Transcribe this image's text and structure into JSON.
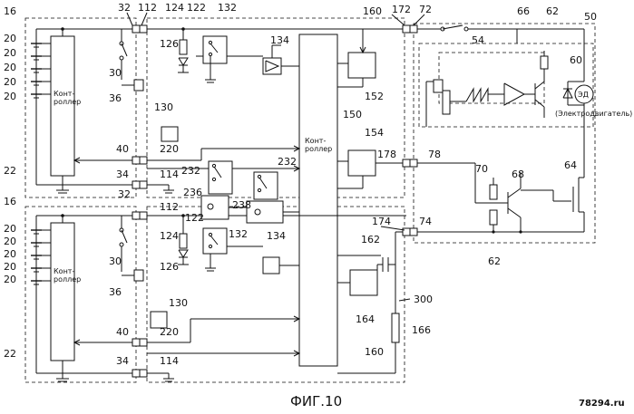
{
  "diagram": {
    "caption": "ФИГ.10",
    "watermark": "78294.ru",
    "blocks": {
      "controller_top": "Конт-\nроллер",
      "controller_bottom": "Конт-\nроллер",
      "controller_main": "Конт-\nроллер",
      "motor": "ЭД",
      "motor_caption": "(Электродвигатель)"
    },
    "refs": {
      "r16a": "16",
      "r16b": "16",
      "r20": "20",
      "r22a": "22",
      "r22b": "22",
      "r30a": "30",
      "r30b": "30",
      "r32a": "32",
      "r32b": "32",
      "r34a": "34",
      "r34b": "34",
      "r36a": "36",
      "r36b": "36",
      "r40a": "40",
      "r40b": "40",
      "r50": "50",
      "r54": "54",
      "r60": "60",
      "r62a": "62",
      "r62b": "62",
      "r64": "64",
      "r66": "66",
      "r68": "68",
      "r70": "70",
      "r72": "72",
      "r74": "74",
      "r78": "78",
      "r112a": "112",
      "r112b": "112",
      "r114a": "114",
      "r114b": "114",
      "r122a": "122",
      "r122b": "122",
      "r124a": "124",
      "r124b": "124",
      "r126a": "126",
      "r126b": "126",
      "r130a": "130",
      "r130b": "130",
      "r132a": "132",
      "r132b": "132",
      "r134a": "134",
      "r134b": "134",
      "r150": "150",
      "r152": "152",
      "r154": "154",
      "r160a": "160",
      "r160b": "160",
      "r162": "162",
      "r164": "164",
      "r166": "166",
      "r172": "172",
      "r174": "174",
      "r178": "178",
      "r220a": "220",
      "r220b": "220",
      "r232a": "232",
      "r232b": "232",
      "r236": "236",
      "r238": "238",
      "r300": "300"
    }
  }
}
